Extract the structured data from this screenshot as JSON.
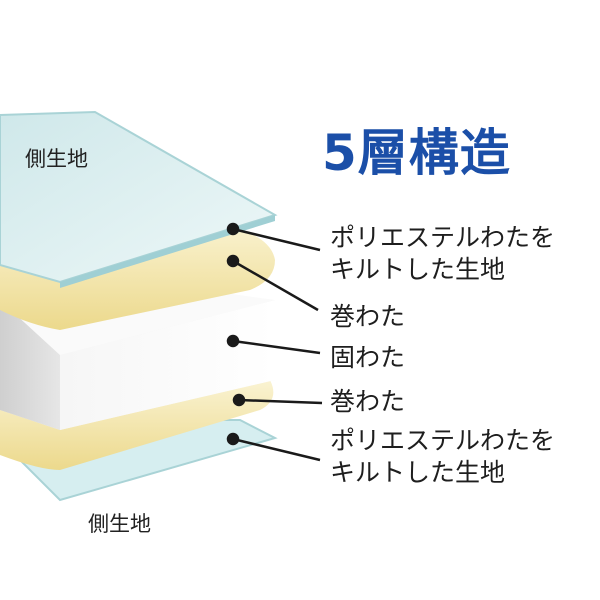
{
  "title": "5層構造",
  "side_labels": {
    "top": "側生地",
    "bottom": "側生地"
  },
  "layers": [
    {
      "label_line1": "ポリエステルわたを",
      "label_line2": "キルトした生地"
    },
    {
      "label_line1": "巻わた"
    },
    {
      "label_line1": "固わた"
    },
    {
      "label_line1": "巻わた"
    },
    {
      "label_line1": "ポリエステルわたを",
      "label_line2": "キルトした生地"
    }
  ],
  "colors": {
    "title": "#1b4fa8",
    "fabric": "#d8eef0",
    "wadding": "#f3e7b8",
    "core": "#eeeeee",
    "leader": "#1a1a1a"
  }
}
